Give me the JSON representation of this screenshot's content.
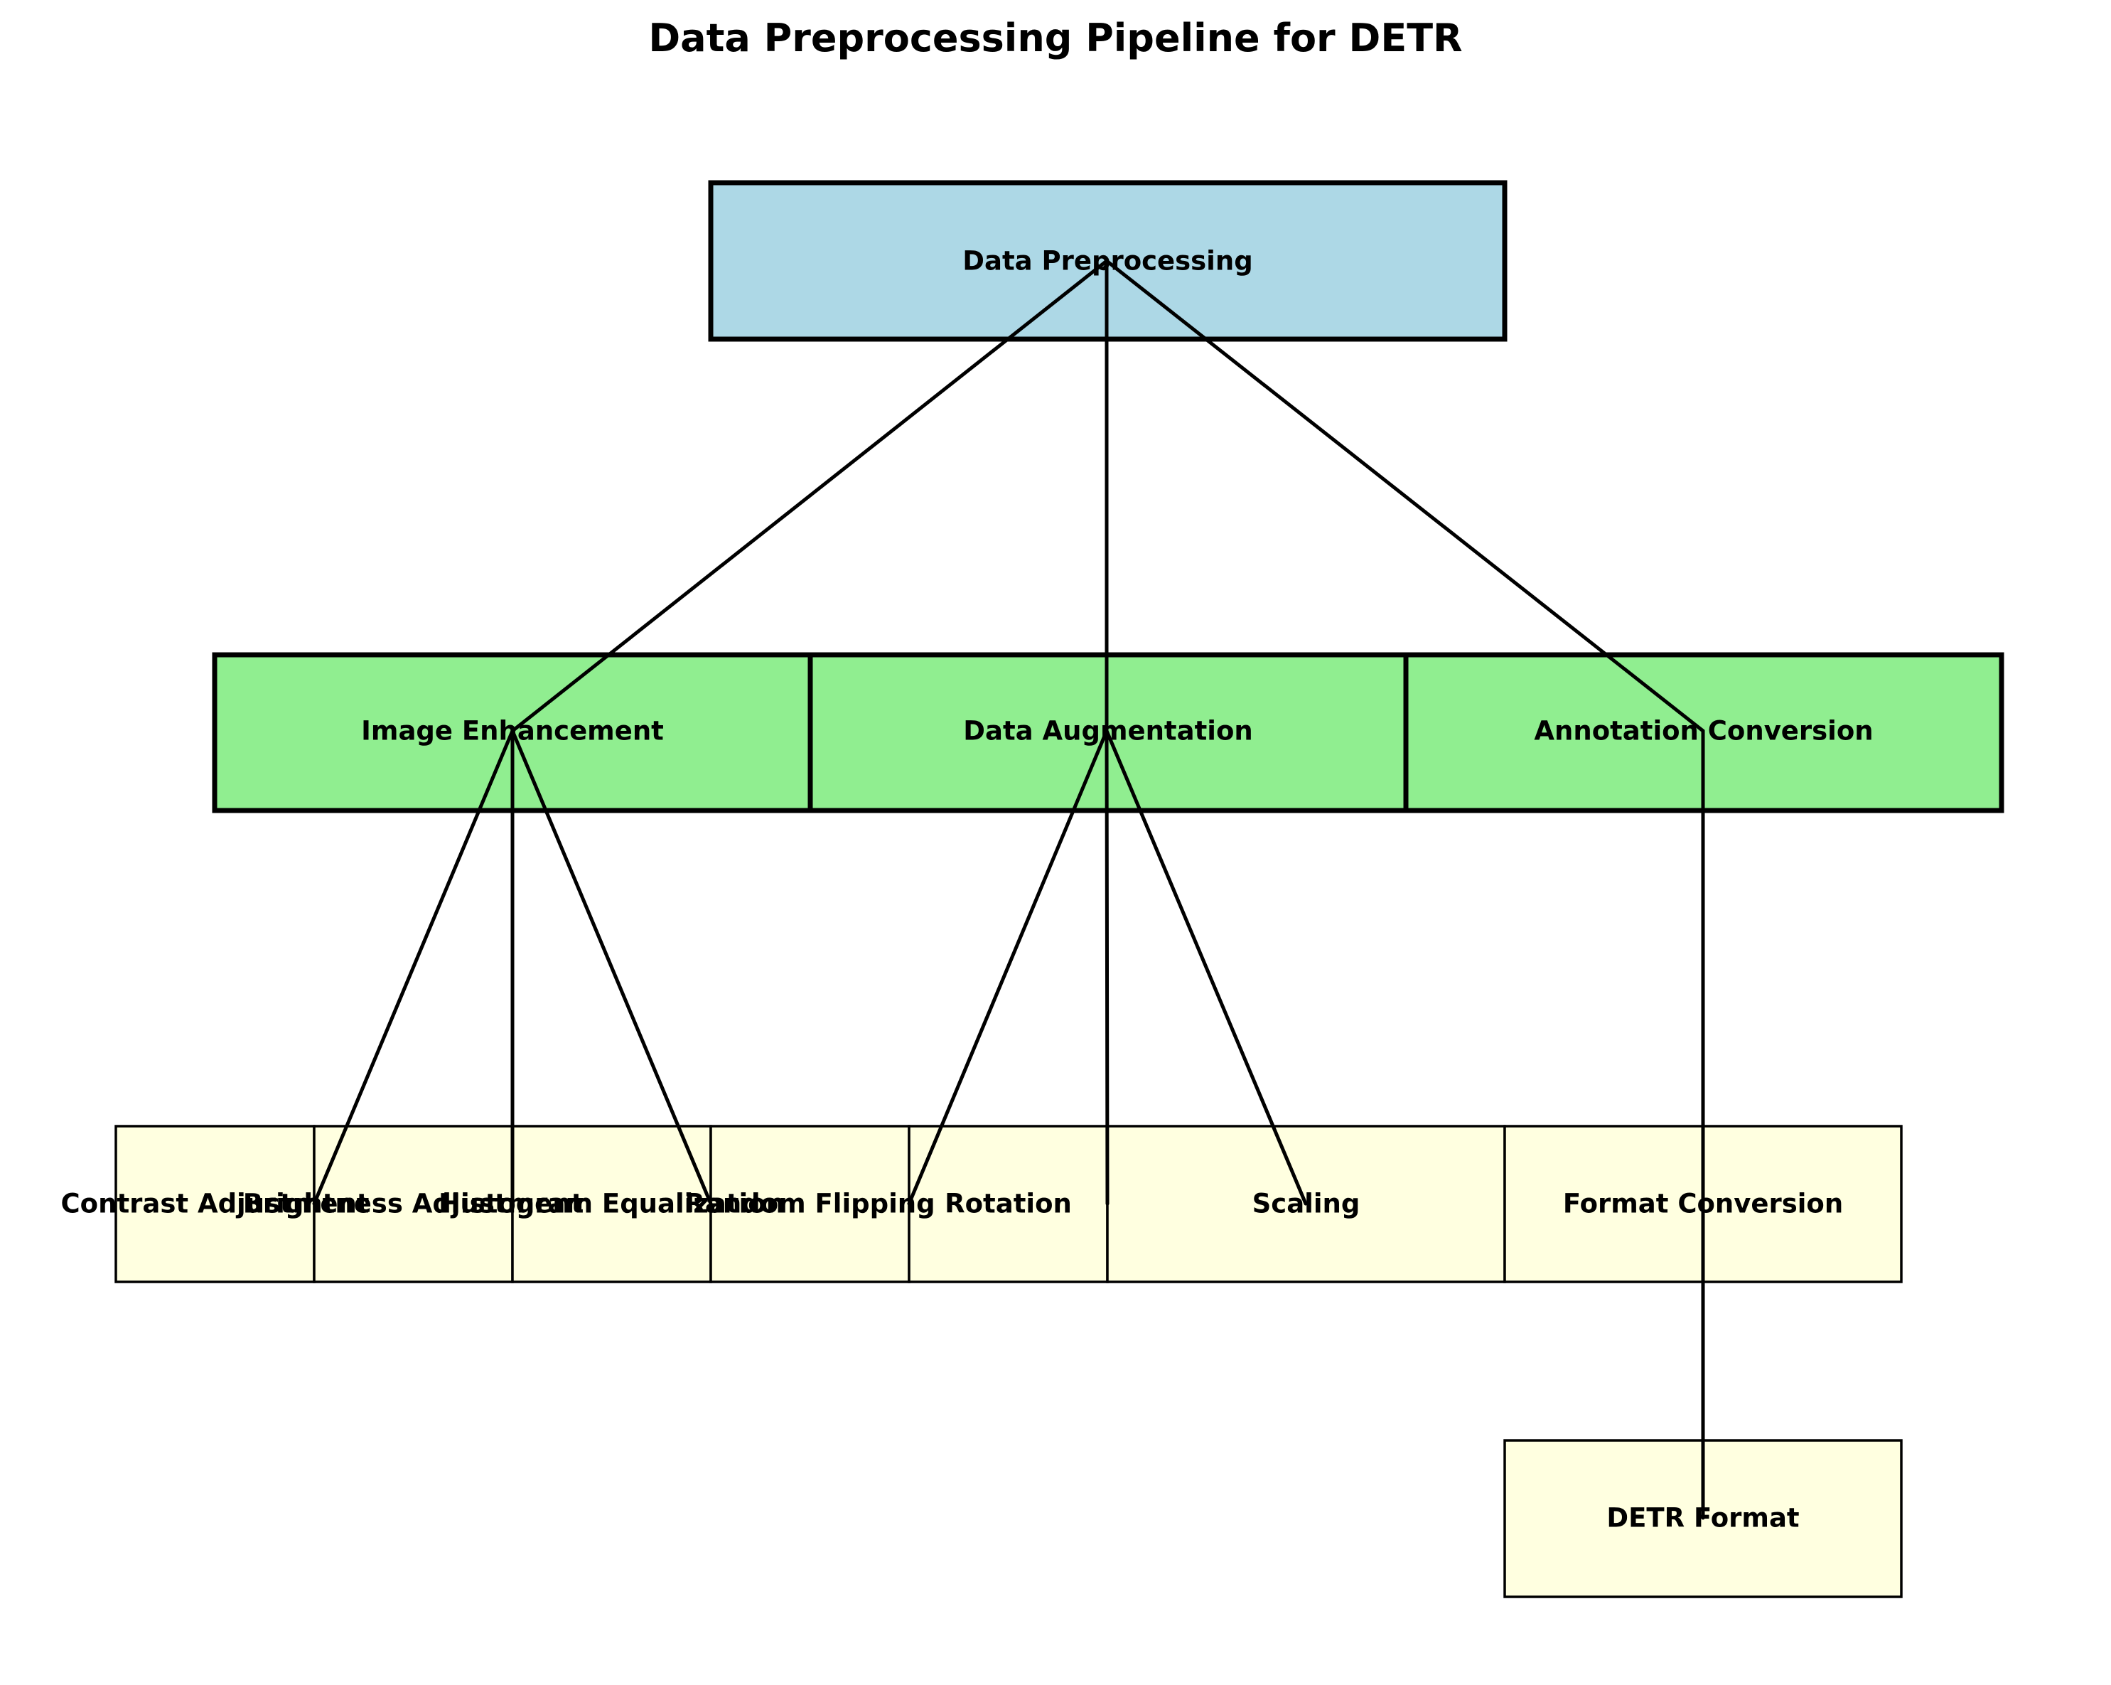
{
  "title": "Data Preprocessing Pipeline for DETR",
  "colors": {
    "root": "#add8e6",
    "level1": "#90ee90",
    "level2": "#ffffe0",
    "stroke": "#000000",
    "background": "#ffffff"
  },
  "nodes": [
    {
      "id": "root",
      "label": "Data Preprocessing",
      "level": 0
    },
    {
      "id": "enh",
      "label": "Image Enhancement",
      "level": 1
    },
    {
      "id": "aug",
      "label": "Data Augmentation",
      "level": 1
    },
    {
      "id": "ann",
      "label": "Annotation Conversion",
      "level": 1
    },
    {
      "id": "con",
      "label": "Contrast Adjustment",
      "level": 2
    },
    {
      "id": "bri",
      "label": "Brightness Adjustment",
      "level": 2
    },
    {
      "id": "his",
      "label": "Histogram Equalization",
      "level": 2
    },
    {
      "id": "flp",
      "label": "Random Flipping",
      "level": 2
    },
    {
      "id": "rot",
      "label": "Rotation",
      "level": 2
    },
    {
      "id": "scl",
      "label": "Scaling",
      "level": 2
    },
    {
      "id": "fmt",
      "label": "Format Conversion",
      "level": 2
    },
    {
      "id": "detr",
      "label": "DETR Format",
      "level": 2
    }
  ],
  "edges": [
    [
      "root",
      "enh"
    ],
    [
      "root",
      "aug"
    ],
    [
      "root",
      "ann"
    ],
    [
      "enh",
      "con"
    ],
    [
      "enh",
      "bri"
    ],
    [
      "enh",
      "his"
    ],
    [
      "aug",
      "flp"
    ],
    [
      "aug",
      "rot"
    ],
    [
      "aug",
      "scl"
    ],
    [
      "ann",
      "fmt"
    ],
    [
      "fmt",
      "detr"
    ]
  ]
}
